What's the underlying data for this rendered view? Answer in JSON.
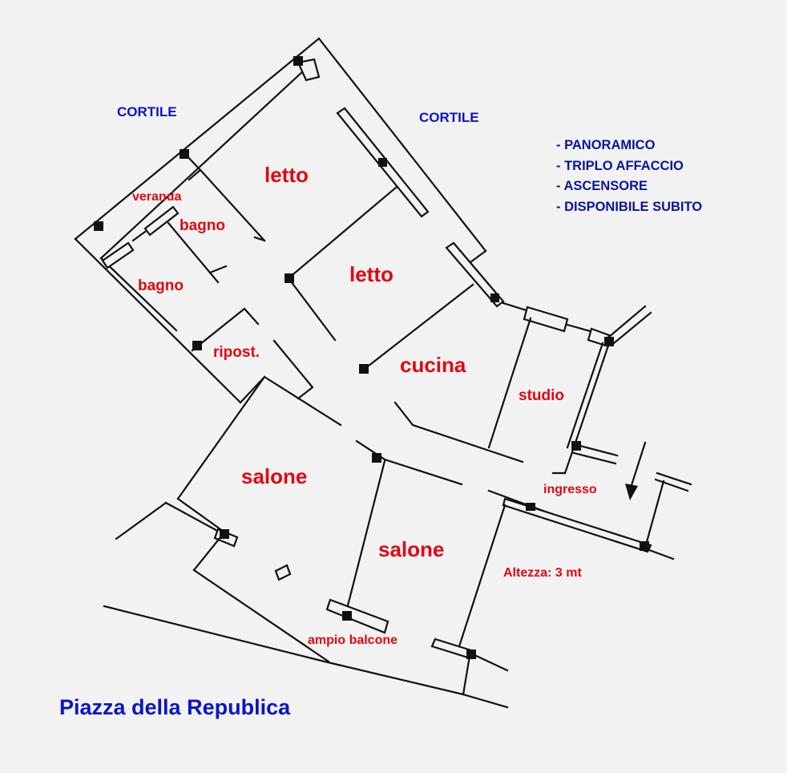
{
  "floorplan": {
    "title": "Piazza della Repubblica",
    "title_as_shown": "Piazza della Republica",
    "surroundings": [
      {
        "id": "cortile-left",
        "label": "CORTILE"
      },
      {
        "id": "cortile-right",
        "label": "CORTILE"
      }
    ],
    "rooms": [
      {
        "id": "letto-1",
        "label": "letto"
      },
      {
        "id": "letto-2",
        "label": "letto"
      },
      {
        "id": "veranda",
        "label": "veranda"
      },
      {
        "id": "bagno-1",
        "label": "bagno"
      },
      {
        "id": "bagno-2",
        "label": "bagno"
      },
      {
        "id": "ripostiglio",
        "label": "ripost."
      },
      {
        "id": "cucina",
        "label": "cucina"
      },
      {
        "id": "studio",
        "label": "studio"
      },
      {
        "id": "salone-1",
        "label": "salone"
      },
      {
        "id": "salone-2",
        "label": "salone"
      },
      {
        "id": "ingresso",
        "label": "ingresso"
      },
      {
        "id": "balcone",
        "label": "ampio balcone"
      }
    ],
    "notes": {
      "height": "Altezza: 3 mt"
    },
    "features": [
      "- PANORAMICO",
      "- TRIPLO AFFACCIO",
      "- ASCENSORE",
      "- DISPONIBILE SUBITO"
    ],
    "colors": {
      "background": "#f2f2f2",
      "room_labels": "#e30613",
      "info_labels": "#0a14c8",
      "walls": "#111111"
    },
    "icons": {
      "entrance_arrow": "arrow-down-icon"
    }
  }
}
